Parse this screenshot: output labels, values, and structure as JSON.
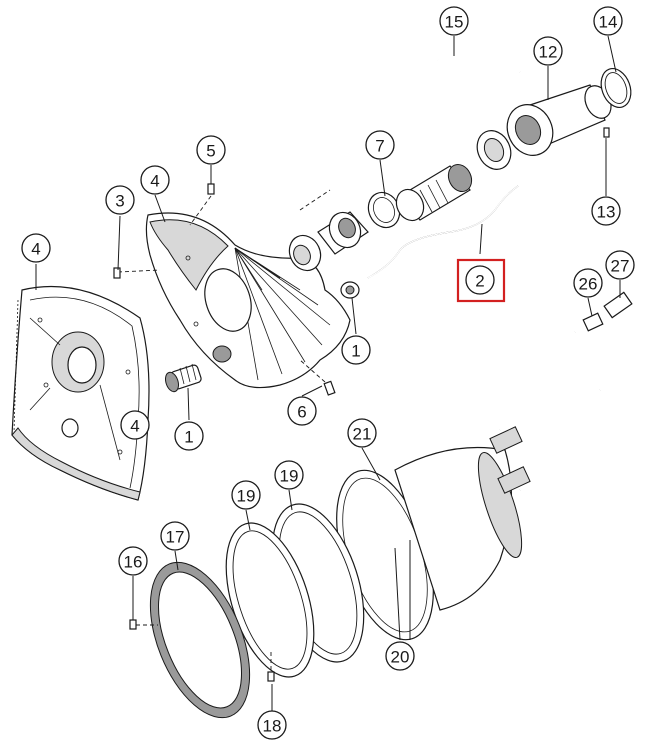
{
  "highlight_color": "#d32020",
  "highlighted_part": "2",
  "callouts": {
    "c1a": "1",
    "c1b": "1",
    "c2": "2",
    "c3": "3",
    "c4a": "4",
    "c4b": "4",
    "c4c": "4",
    "c5": "5",
    "c6": "6",
    "c7": "7",
    "c12": "12",
    "c13": "13",
    "c14": "14",
    "c15": "15",
    "c16": "16",
    "c17": "17",
    "c18": "18",
    "c19a": "19",
    "c19b": "19",
    "c20": "20",
    "c21": "21",
    "c26": "26",
    "c27": "27"
  }
}
